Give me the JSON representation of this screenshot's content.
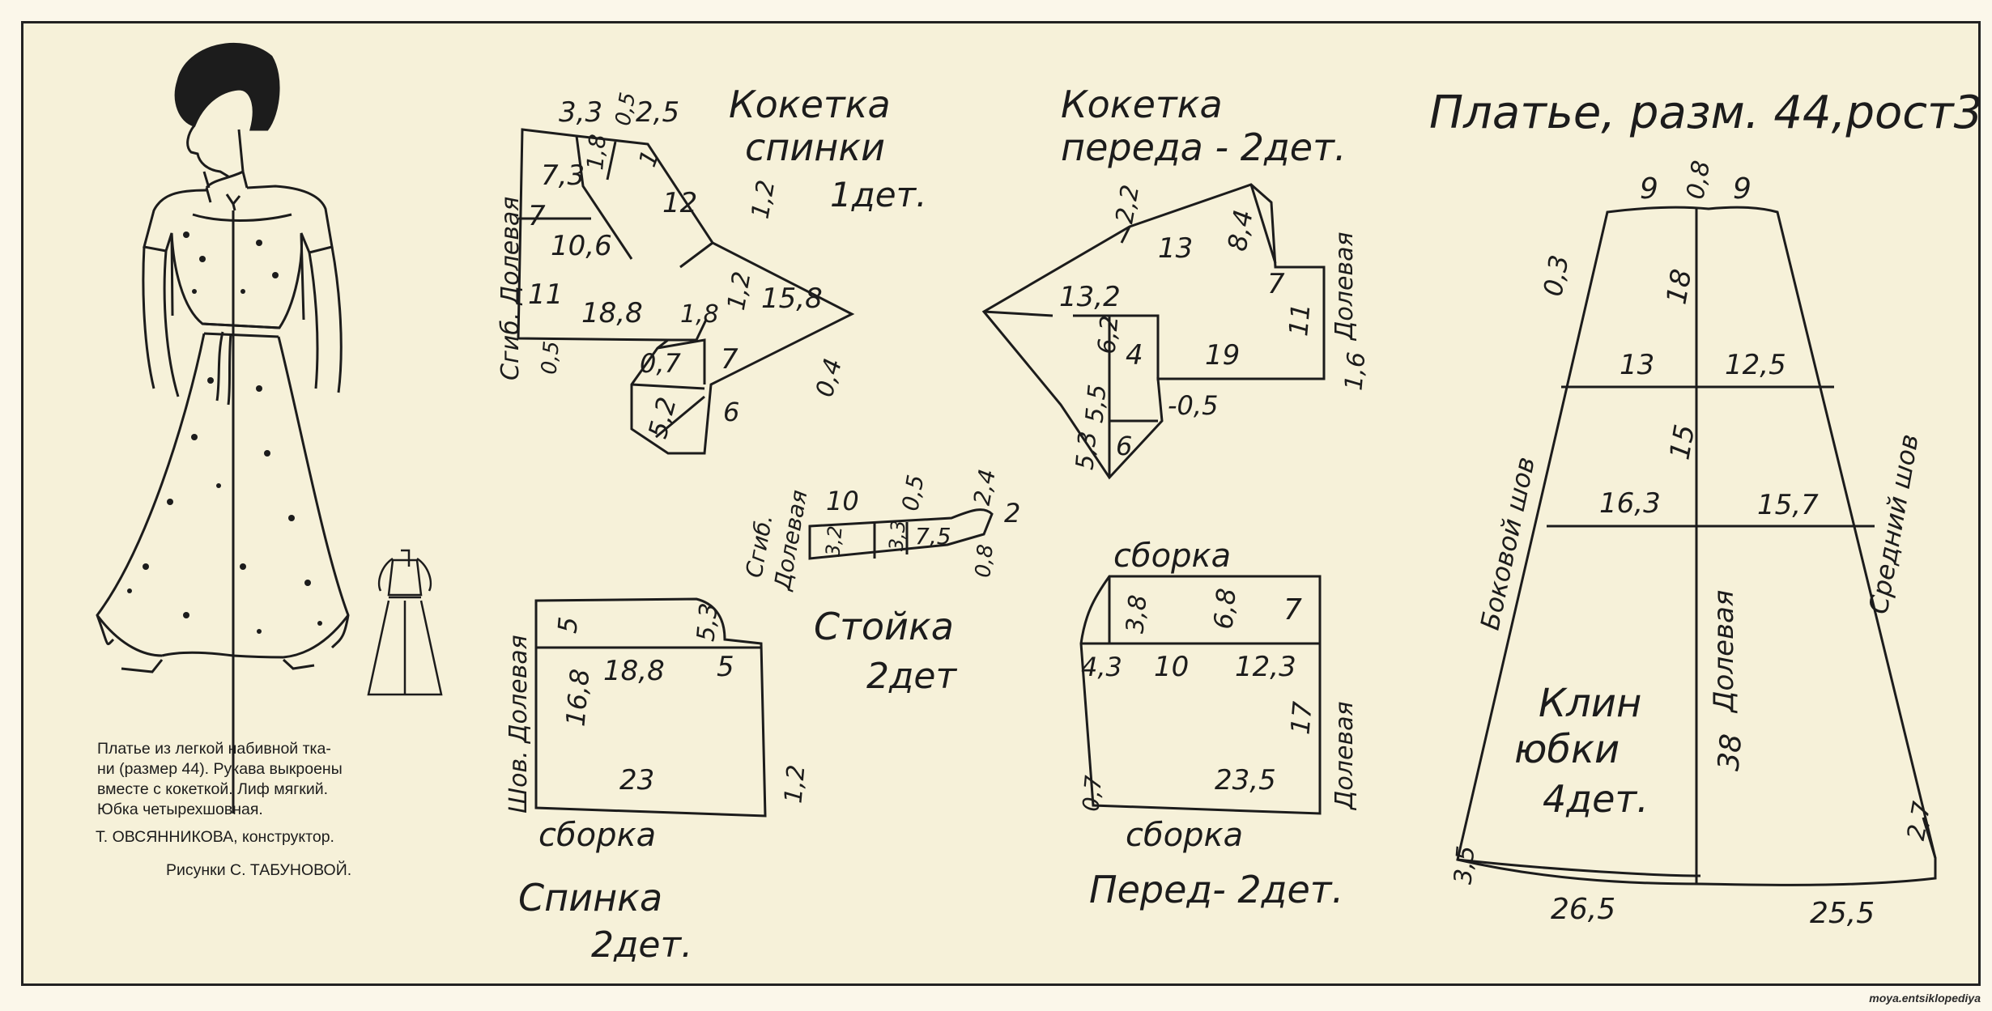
{
  "title": "Платье, разм. 44,рост3",
  "pieces": {
    "yoke_back": {
      "title_line1": "Кокетка",
      "title_line2": "спинки",
      "count": "1дет."
    },
    "yoke_front": {
      "title_line1": "Кокетка",
      "title_line2": "переда - 2дет."
    },
    "collar": {
      "title": "Стойка",
      "count": "2дет"
    },
    "back": {
      "title": "Спинка",
      "count": "2дет."
    },
    "front": {
      "title": "Перед- 2дет."
    },
    "skirt": {
      "title_line1": "Клин",
      "title_line2": "юбки",
      "count": "4дет."
    }
  },
  "labels": {
    "fold_grain": "Сгиб. Долевая",
    "grain": "Долевая",
    "seam_grain": "Шов. Долевая",
    "gather": "сборка",
    "side_seam": "Боковой шов",
    "center_seam": "Средний шов",
    "fold": "Сгиб."
  },
  "measurements": {
    "yoke_back": [
      "3,3",
      "0,5",
      "2,5",
      "7,3",
      "1,8",
      "12",
      "1,2",
      "7",
      "10,6",
      "1",
      "11",
      "18,8",
      "1,8",
      "1,2",
      "15,8",
      "0,5",
      "0,7",
      "7",
      "5,2",
      "6",
      "0,4"
    ],
    "yoke_front": [
      "2,2",
      "13",
      "8,4",
      "7",
      "13,2",
      "11",
      "6,2",
      "4",
      "19",
      "5,5",
      "-0,5",
      "1,6",
      "5,3",
      "6"
    ],
    "collar": [
      "10",
      "0,5",
      "2,4",
      "3,2",
      "3,3",
      "7,5",
      "2",
      "0,8"
    ],
    "back": [
      "5",
      "5,3",
      "18,8",
      "5",
      "16,8",
      "23",
      "1,2"
    ],
    "front": [
      "3,8",
      "6,8",
      "7",
      "4,3",
      "10",
      "12,3",
      "17",
      "23,5",
      "0,7"
    ],
    "skirt": [
      "9",
      "0,8",
      "9",
      "0,3",
      "18",
      "13",
      "12,5",
      "15",
      "16,3",
      "15,7",
      "38",
      "2,7",
      "3,5",
      "26,5",
      "25,5"
    ]
  },
  "caption": {
    "lines": [
      "Платье из легкой набивной тка-",
      "ни (размер 44). Рукава выкроены",
      "вместе с кокеткой. Лиф мягкий.",
      "Юбка четырехшовная."
    ],
    "constructor": "Т. ОВСЯННИКОВА, конструктор.",
    "illustrator": "Рисунки С. ТАБУНОВОЙ."
  },
  "watermark": "moya.entsiklopediya"
}
